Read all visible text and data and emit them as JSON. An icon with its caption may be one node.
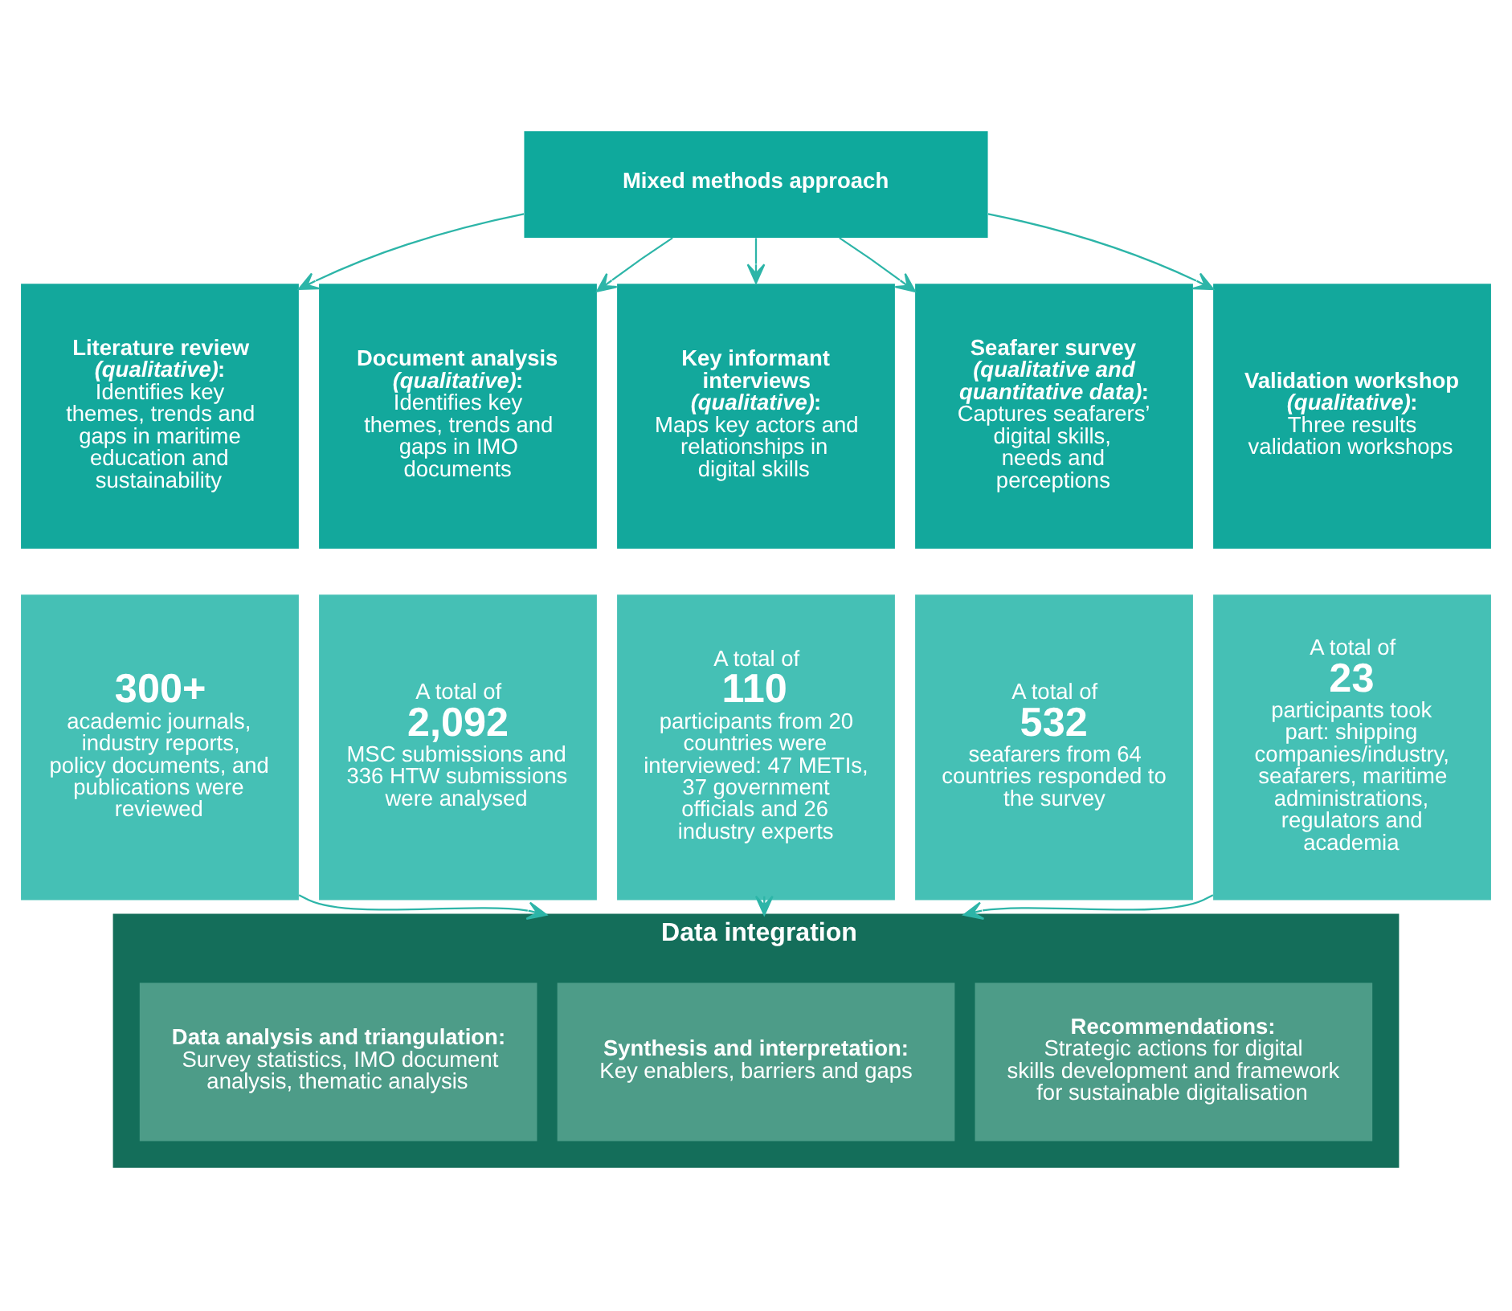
{
  "diagram": {
    "nodes": [
      {
        "text": [
          "Mixed methods approach"
        ]
      },
      {
        "text": [
          "Literature review *(qualitative)*:",
          "Identifies key themes, trends and gaps in maritime education and sustainability"
        ]
      },
      {
        "text": [
          "Document analysis *(qualitative)*:",
          "Identifies key themes, trends and gaps in IMO documents"
        ]
      },
      {
        "text": [
          "Key informant interviews *(qualitative)*:",
          "Maps key actors and relationships in digital skills"
        ]
      },
      {
        "text": [
          "Seafarer survey *(qualitative and quantitative data)*:",
          "Captures seafarers’ digital skills, needs and perceptions"
        ]
      },
      {
        "text": [
          "Validation workshop *(qualitative)*:",
          "Three results validation workshops"
        ]
      },
      {
        "text": [
          "300+",
          "academic journals, industry reports, policy documents, and publications were reviewed"
        ]
      },
      {
        "text": [
          "A total of",
          "2,092",
          "MSC submissions and 336 HTW submissions were analysed"
        ]
      },
      {
        "text": [
          "A total of",
          "110",
          "participants from 20 countries were interviewed: 47 METIs, 37 government officials and 26 industry experts"
        ]
      },
      {
        "text": [
          "A total of",
          "532",
          "seafarers from 64 countries responded to the survey"
        ]
      },
      {
        "text": [
          "A total of",
          "23",
          "participants took part: shipping companies/industry, seafarers, maritime administrations, regulators and academia"
        ]
      },
      {
        "text": [
          "Data integration"
        ]
      },
      {
        "text": [
          "Data analysis and triangulation:",
          "Survey statistics, IMO document analysis, thematic analysis"
        ],
        "in": 11
      },
      {
        "text": [
          "Synthesis and interpretation:",
          "Key enablers, barriers and gaps"
        ],
        "in": 11
      },
      {
        "text": [
          "Recommendations:",
          "Strategic actions for digital skills development and framework for sustainable digitalisation"
        ],
        "in": 11
      }
    ],
    "edges": [
      {
        "from": 0,
        "to": 1,
        "arrow": "to"
      },
      {
        "from": 0,
        "to": 2,
        "arrow": "to"
      },
      {
        "from": 0,
        "to": 3,
        "arrow": "to"
      },
      {
        "from": 0,
        "to": 4,
        "arrow": "to"
      },
      {
        "from": 0,
        "to": 5,
        "arrow": "to"
      },
      {
        "from": 6,
        "to": 11,
        "arrow": "to"
      },
      {
        "from": 8,
        "to": 11,
        "arrow": "to"
      },
      {
        "from": 10,
        "to": 11,
        "arrow": "to"
      }
    ]
  }
}
